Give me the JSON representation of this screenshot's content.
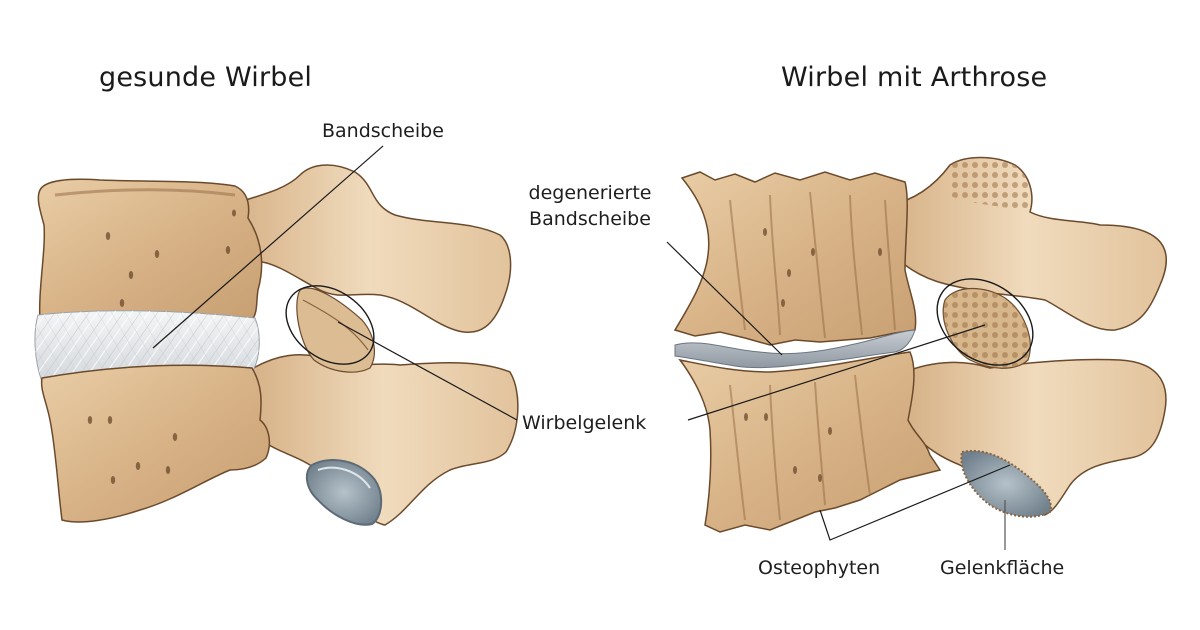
{
  "panels": [
    {
      "title": "gesunde Wirbel",
      "labels": {
        "bandscheibe": "Bandscheibe",
        "wirbelgelenk": "Wirbelgelenk"
      }
    },
    {
      "title": "Wirbel mit Arthrose",
      "labels": {
        "degenerierte_line1": "degenerierte",
        "degenerierte_line2": "Bandscheibe",
        "osteophyten": "Osteophyten",
        "gelenkflaeche": "Gelenkfläche"
      }
    }
  ],
  "colors": {
    "bone_light": "#ecd3b0",
    "bone_mid": "#d9b68a",
    "bone_shadow": "#a67c52",
    "bone_outline": "#6b4a2c",
    "disc_healthy": "#e6e8ea",
    "disc_degenerated": "#a9b0b8",
    "facet_surface": "#8c9aa4",
    "leader_line": "#1a1a1a",
    "background": "#ffffff"
  }
}
